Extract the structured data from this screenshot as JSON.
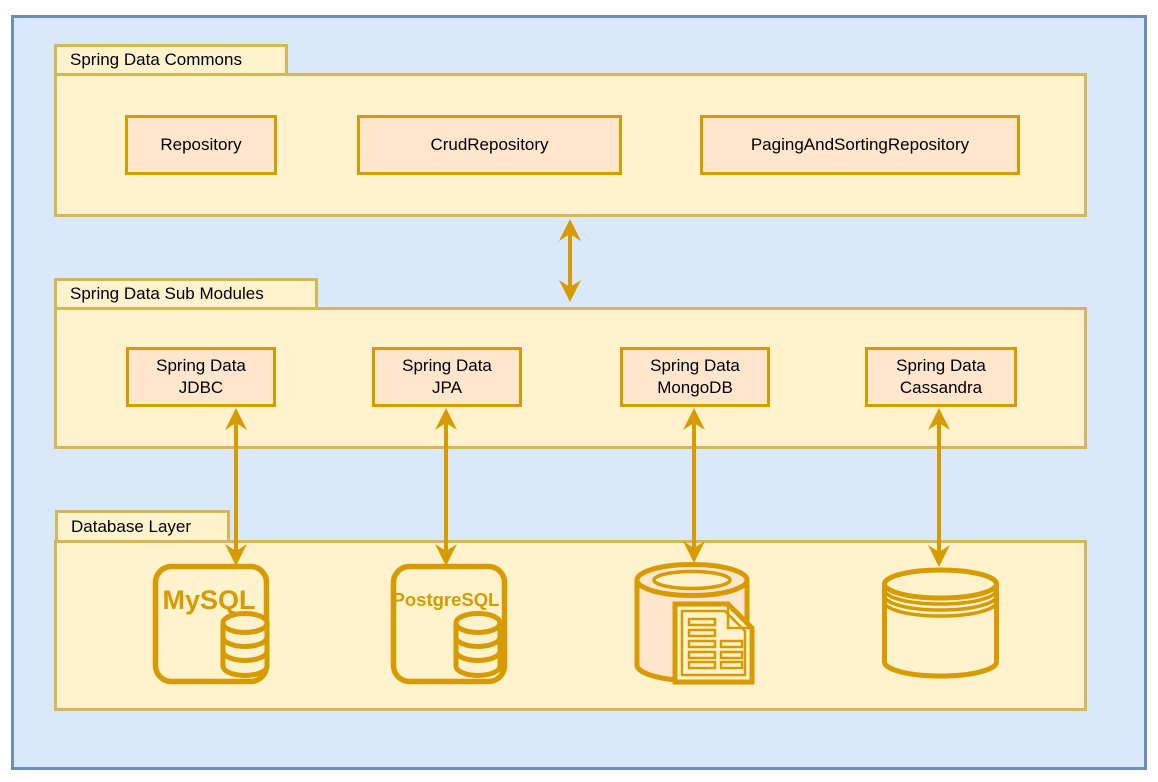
{
  "commons": {
    "title": "Spring Data Commons",
    "boxes": [
      {
        "label": "Repository"
      },
      {
        "label": "CrudRepository"
      },
      {
        "label": "PagingAndSortingRepository"
      }
    ]
  },
  "submodules": {
    "title": "Spring Data Sub Modules",
    "boxes": [
      {
        "line1": "Spring Data",
        "line2": "JDBC"
      },
      {
        "line1": "Spring Data",
        "line2": "JPA"
      },
      {
        "line1": "Spring Data",
        "line2": "MongoDB"
      },
      {
        "line1": "Spring Data",
        "line2": "Cassandra"
      }
    ]
  },
  "database": {
    "title": "Database Layer",
    "mysql_label": "MySQL",
    "postgresql_label": "PostgreSQL",
    "icons": [
      "mysql-database-icon",
      "postgresql-database-icon",
      "mongodb-document-database-icon",
      "cassandra-database-icon"
    ]
  },
  "colors": {
    "canvas_fill": "#dae8fc",
    "canvas_stroke": "#6c8ebf",
    "folder_fill": "#fff2cc",
    "folder_stroke": "#d6b656",
    "box_fill": "#ffe6cc",
    "box_stroke": "#d79b00",
    "arrow": "#d79b00",
    "text": "#000000"
  }
}
